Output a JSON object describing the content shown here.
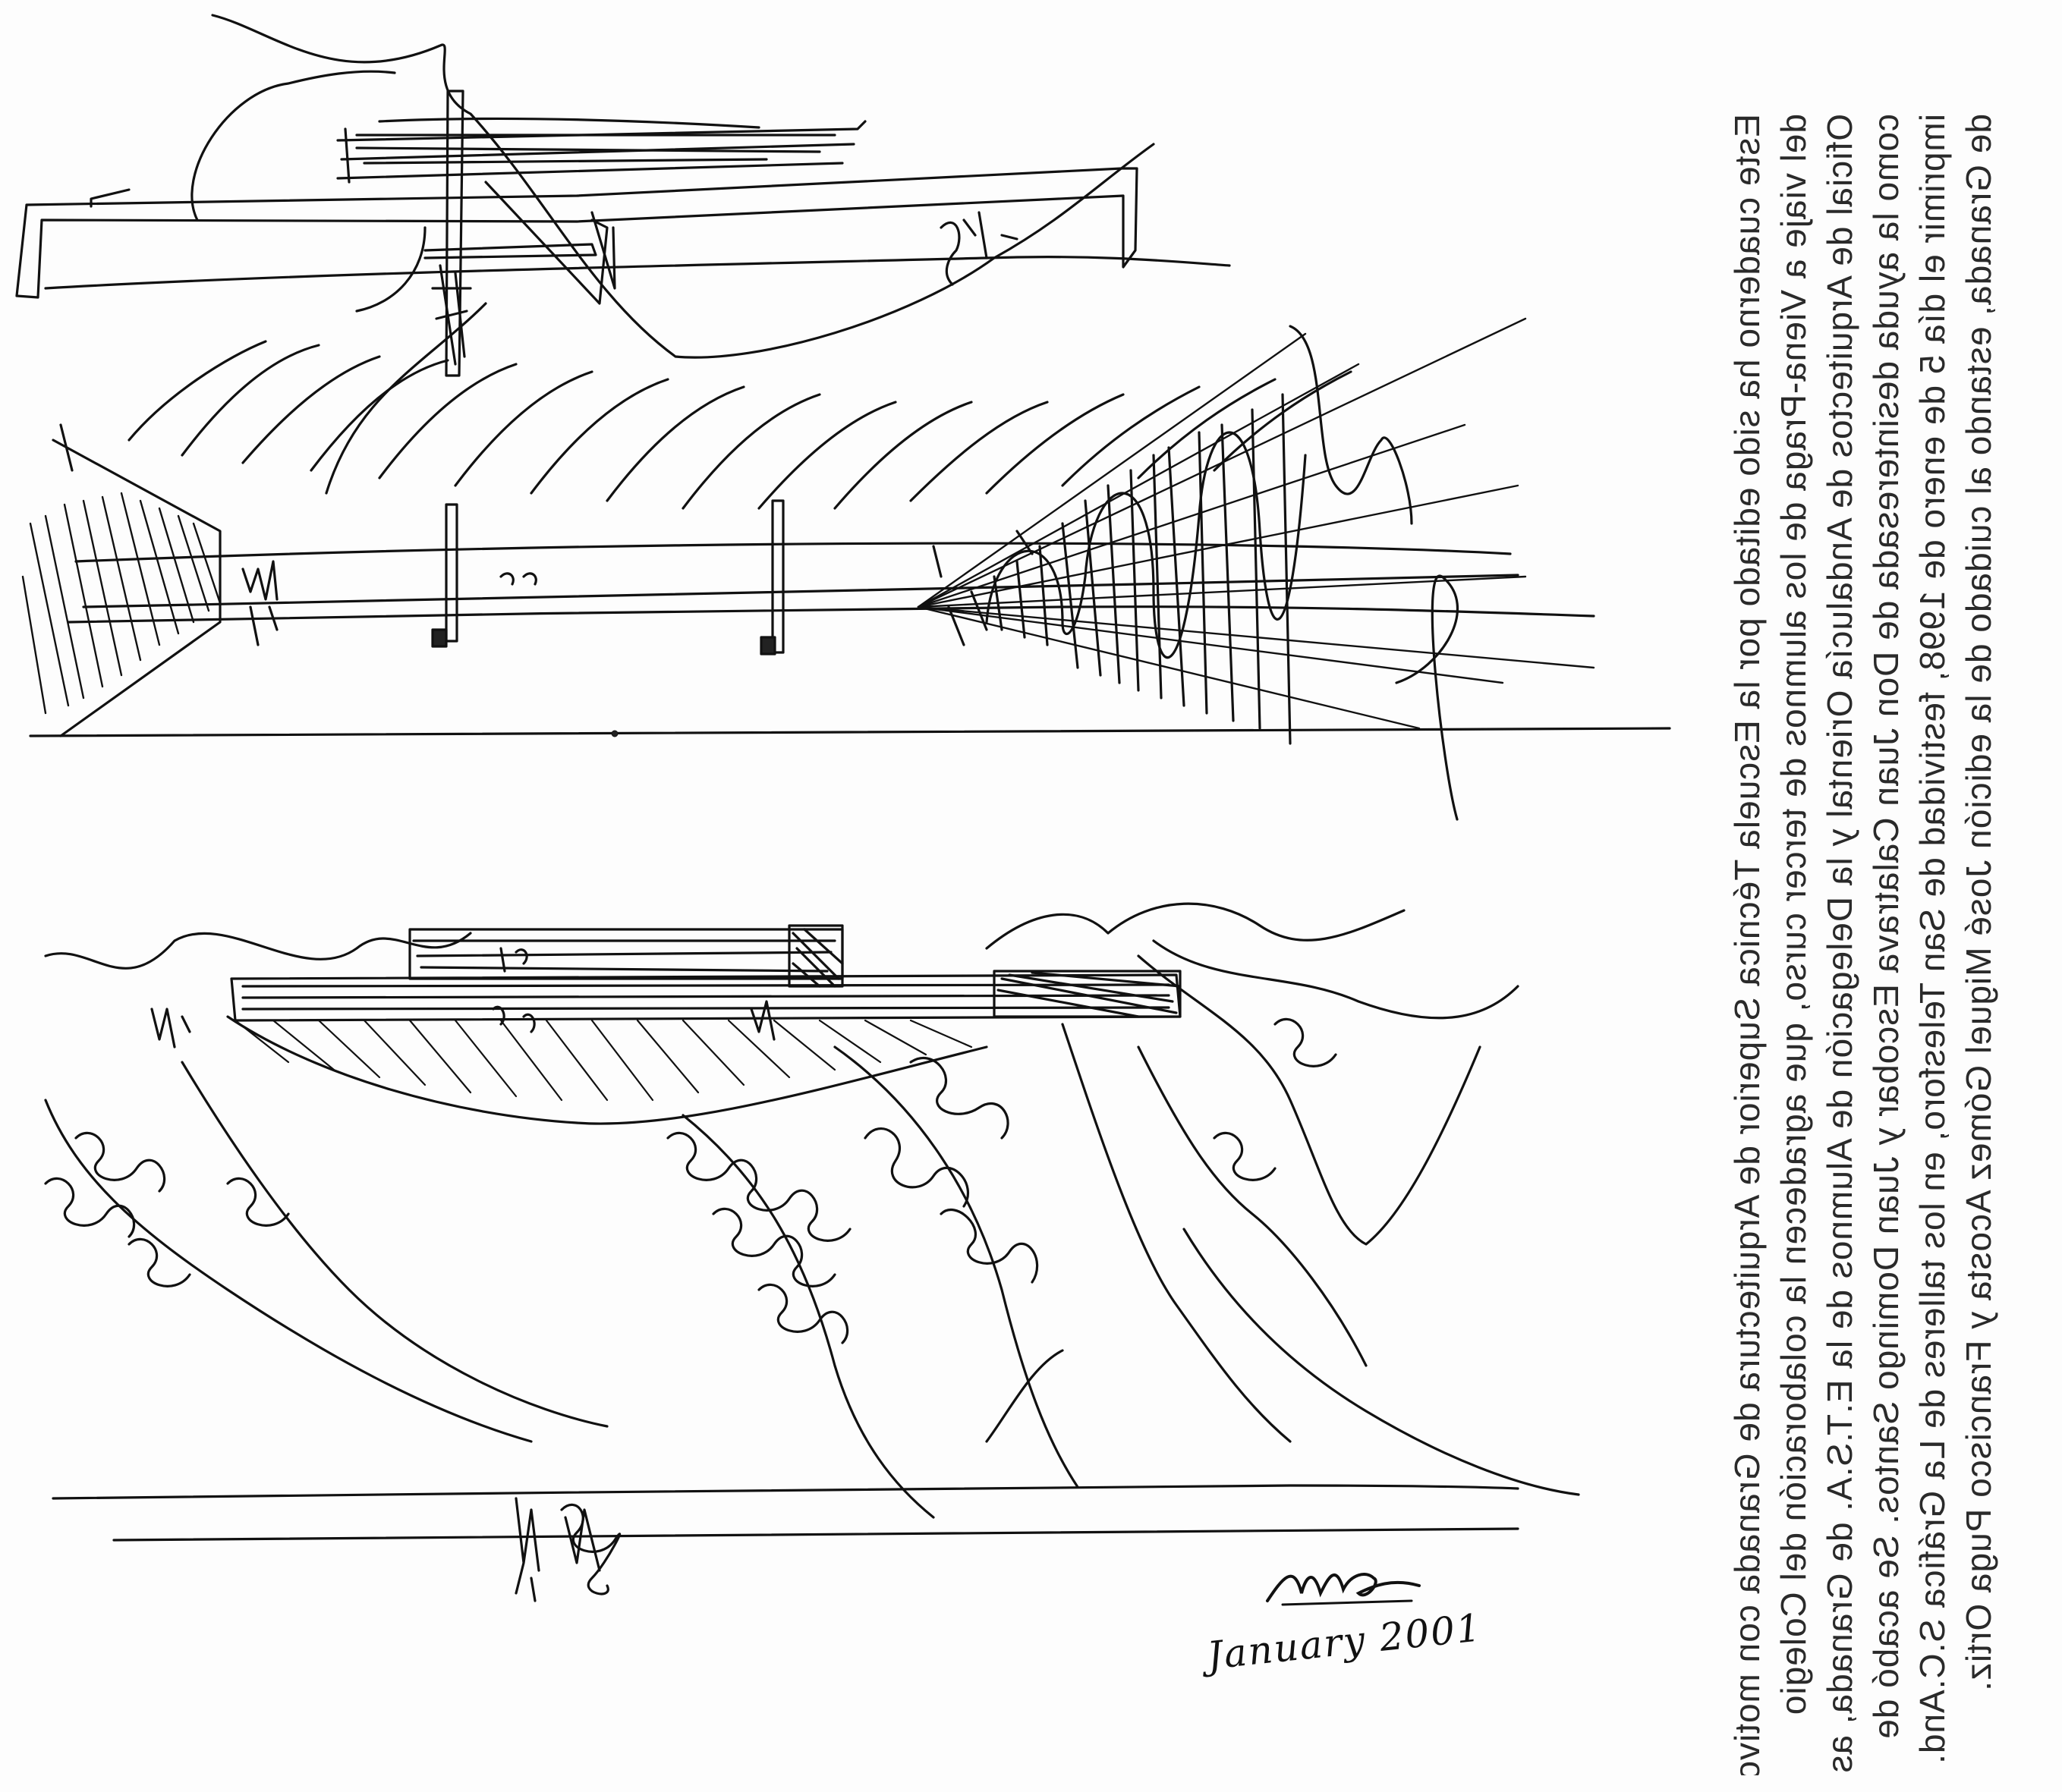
{
  "drawing": {
    "signature_icon": "handwritten-signature",
    "date_text": "January 2001"
  },
  "colophon": {
    "lines": [
      "Este cuaderno ha sido editado por la Escuela Técnica Superior de Arquitectura de Granada con motivo",
      "del viaje a Viena-Praga de los alumnos de tercer curso, que agradecen la colaboración del Colegio",
      "Oficial de Arquitectos de Andalucía Oriental y la Delegación de Alumnos de la E.T.S.A. de Granada, así",
      "como la ayuda desinteresada de Don Juan Calatrava Escobar y Juan Domingo Santos. Se acabó de",
      "imprimir el día 5 de enero de 1998, festividad de San Telesforo, en los talleres de La Gráfica S.C.And.",
      "de Granada, estando al cuidado de la edición José Miguel Gómez Acosta y Francisco Puga Ortiz."
    ]
  },
  "colors": {
    "ink": "#111111",
    "paper": "#fdfdfd",
    "text": "#2a2a2a"
  }
}
